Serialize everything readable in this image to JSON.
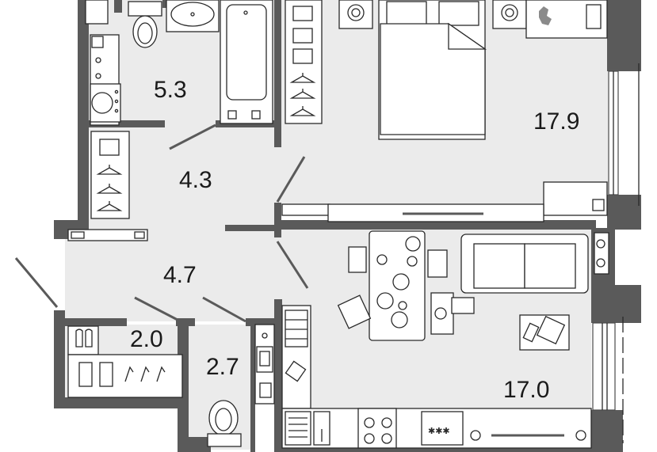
{
  "plan": {
    "rooms": [
      {
        "id": "bathroom",
        "area": "5.3"
      },
      {
        "id": "hall-upper",
        "area": "4.3"
      },
      {
        "id": "hall-lower",
        "area": "4.7"
      },
      {
        "id": "entry-closet",
        "area": "2.0"
      },
      {
        "id": "toilet",
        "area": "2.7"
      },
      {
        "id": "bedroom",
        "area": "17.9"
      },
      {
        "id": "living-kitchen",
        "area": "17.0"
      }
    ]
  },
  "colors": {
    "wall": "#5a5a5a",
    "floor": "#ebebeb",
    "fixture_stroke": "#2a2a2a",
    "label": "#1a1a1a"
  }
}
